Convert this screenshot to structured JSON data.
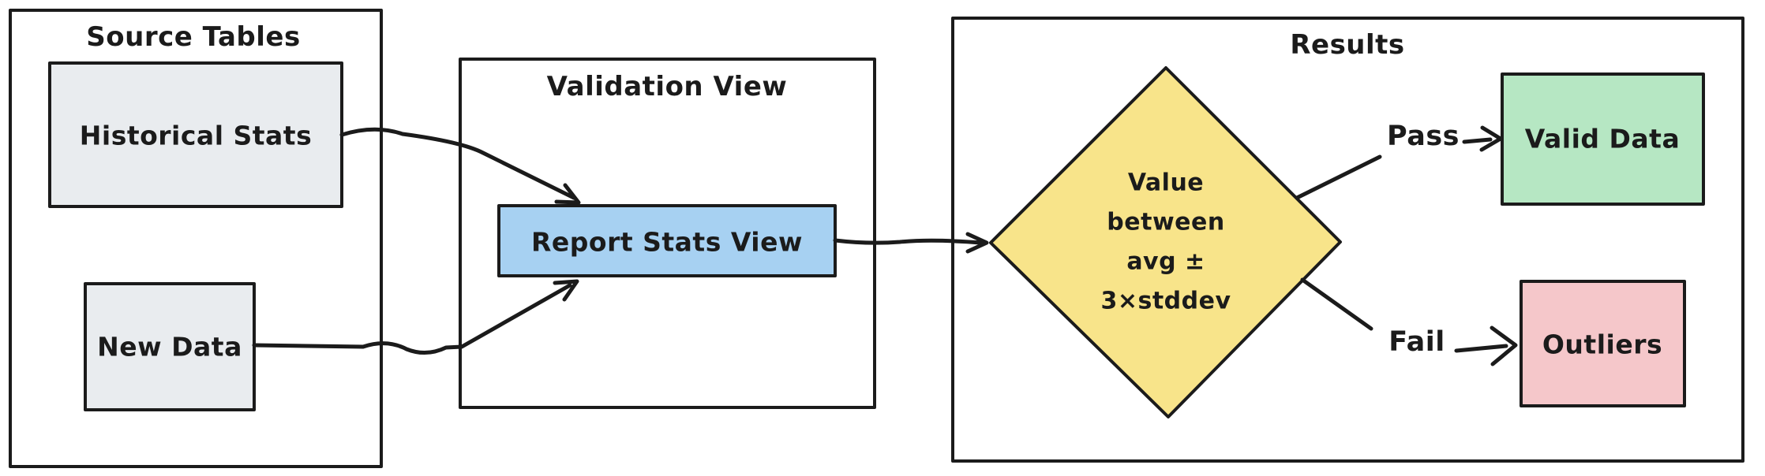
{
  "colors": {
    "stroke": "#1b1b1b",
    "gray": "#e9ecef",
    "blue": "#a7d1f2",
    "yellow": "#f8e48a",
    "green": "#b6e7c3",
    "pink": "#f5c7ca",
    "background": "#ffffff"
  },
  "source_tables": {
    "title": "Source Tables",
    "historical_stats_label": "Historical Stats",
    "new_data_label": "New Data"
  },
  "validation_view": {
    "title": "Validation View",
    "report_stats_view_label": "Report Stats View"
  },
  "results": {
    "title": "Results",
    "diamond": {
      "lines": [
        "Value",
        "between",
        "avg ±",
        "3×stddev"
      ]
    },
    "pass_label": "Pass",
    "fail_label": "Fail",
    "valid_data_label": "Valid Data",
    "outliers_label": "Outliers"
  }
}
